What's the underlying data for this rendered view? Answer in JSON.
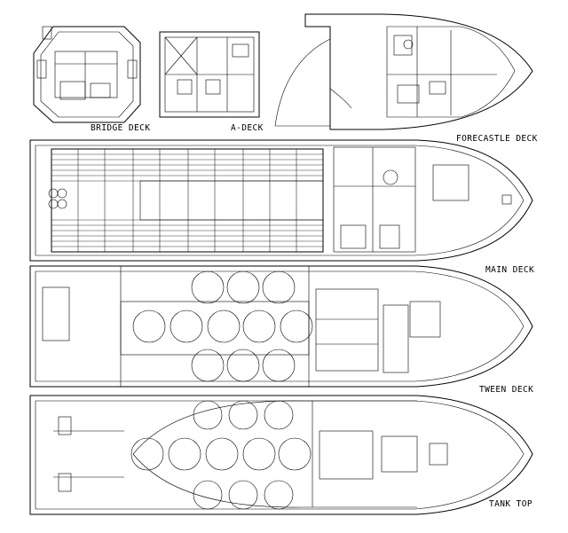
{
  "labels": {
    "bridge_deck": "BRIDGE DECK",
    "a_deck": "A-DECK",
    "forecastle_deck": "FORECASTLE DECK",
    "main_deck": "MAIN DECK",
    "tween_deck": "TWEEN DECK",
    "tank_top": "TANK TOP"
  }
}
